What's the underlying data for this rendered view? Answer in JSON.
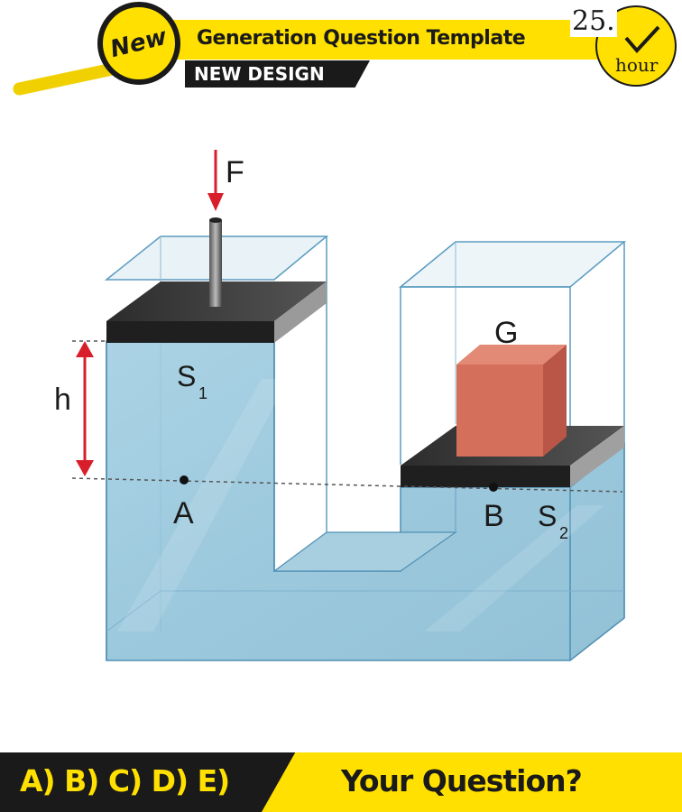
{
  "header": {
    "badge": "New",
    "title": "Generation Question Template",
    "subtitle": "NEW DESIGN",
    "clock_number": "25.",
    "clock_word": "hour"
  },
  "diagram": {
    "force_label": "F",
    "height_label": "h",
    "left_area_label": "S",
    "left_area_sub": "1",
    "right_area_label": "S",
    "right_area_sub": "2",
    "weight_label": "G",
    "point_a": "A",
    "point_b": "B",
    "colors": {
      "water": "#8fc3dc",
      "piston": "#3a3a3a",
      "block": "#d9735f",
      "arrow": "#d81e2a"
    }
  },
  "footer": {
    "options": "A) B) C) D) E)",
    "question": "Your Question?"
  }
}
